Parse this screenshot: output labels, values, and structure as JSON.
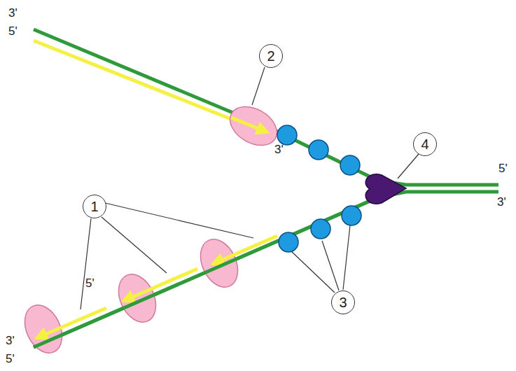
{
  "diagram": {
    "nodes": [
      {
        "text": [
          "1"
        ]
      },
      {
        "text": [
          "2"
        ]
      },
      {
        "text": [
          "3"
        ]
      },
      {
        "text": [
          "4"
        ]
      }
    ],
    "labels": [
      "3'",
      "5'",
      "3'",
      "5'",
      "3'",
      "5'",
      "3'",
      "5'"
    ]
  }
}
